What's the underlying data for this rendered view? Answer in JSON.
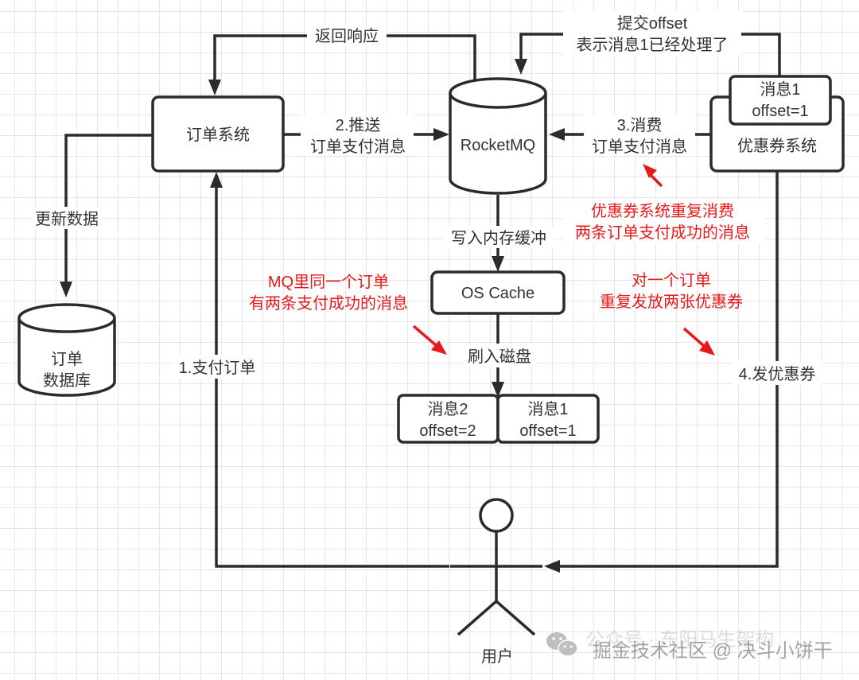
{
  "nodes": {
    "order_system": "订单系统",
    "rocketmq": "RocketMQ",
    "coupon_system": "优惠券系统",
    "coupon_msg_line1": "消息1",
    "coupon_msg_line2": "offset=1",
    "order_db_line1": "订单",
    "order_db_line2": "数据库",
    "os_cache": "OS Cache",
    "disk_msg2_line1": "消息2",
    "disk_msg2_line2": "offset=2",
    "disk_msg1_line1": "消息1",
    "disk_msg1_line2": "offset=1",
    "user": "用户"
  },
  "edges": {
    "return_response": "返回响应",
    "push_line1": "2.推送",
    "push_line2": "订单支付消息",
    "consume_line1": "3.消费",
    "consume_line2": "订单支付消息",
    "commit_line1": "提交offset",
    "commit_line2": "表示消息1已经处理了",
    "update_data": "更新数据",
    "write_buffer": "写入内存缓冲",
    "flush_disk": "刷入磁盘",
    "pay_order": "1.支付订单",
    "issue_coupon": "4.发优惠券"
  },
  "annotations": {
    "dup_consume_line1": "优惠券系统重复消费",
    "dup_consume_line2": "两条订单支付成功的消息",
    "mq_dup_line1": "MQ里同一个订单",
    "mq_dup_line2": "有两条支付成功的消息",
    "dup_coupon_line1": "对一个订单",
    "dup_coupon_line2": "重复发放两张优惠券"
  },
  "watermark": {
    "icon": "wechat-icon",
    "text_back": "公众号 · 东阳马生架构",
    "text_front": "掘金技术社区 @ 决斗小饼干"
  },
  "colors": {
    "line": "#2b2b2b",
    "annotation": "#e8191a",
    "grid": "#e6e6e6"
  }
}
